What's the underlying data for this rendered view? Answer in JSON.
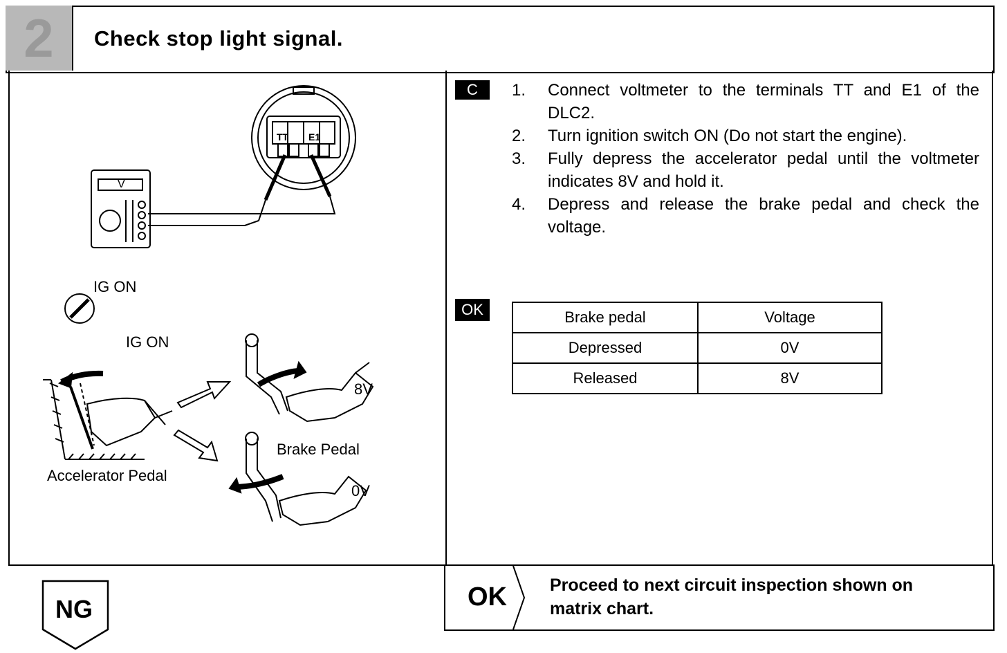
{
  "header": {
    "step_number": "2",
    "title": "Check stop light signal."
  },
  "mode_tag": "C",
  "instructions": [
    {
      "num": "1.",
      "text": "Connect voltmeter to the terminals TT and E1 of the DLC2."
    },
    {
      "num": "2.",
      "text": "Turn ignition switch ON (Do not start the engine)."
    },
    {
      "num": "3.",
      "text": "Fully depress the accelerator pedal until the voltmeter indicates 8V and hold it."
    },
    {
      "num": "4.",
      "text": "Depress and release the brake pedal and check the voltage."
    }
  ],
  "ok_tag": "OK",
  "table": {
    "headers": [
      "Brake pedal",
      "Voltage"
    ],
    "rows": [
      [
        "Depressed",
        "0V"
      ],
      [
        "Released",
        "8V"
      ]
    ]
  },
  "illustration": {
    "meter_label": "V",
    "terminal_tt": "TT",
    "terminal_e1": "E1",
    "ig_on_key": "IG ON",
    "ig_on_pedal": "IG ON",
    "voltage_high": "8V",
    "voltage_low": "0V",
    "brake_pedal": "Brake Pedal",
    "accelerator_pedal": "Accelerator Pedal"
  },
  "result_ok": {
    "label": "OK",
    "message_line1": "Proceed to next circuit inspection shown on",
    "message_line2": "matrix chart."
  },
  "result_ng": {
    "label": "NG"
  }
}
